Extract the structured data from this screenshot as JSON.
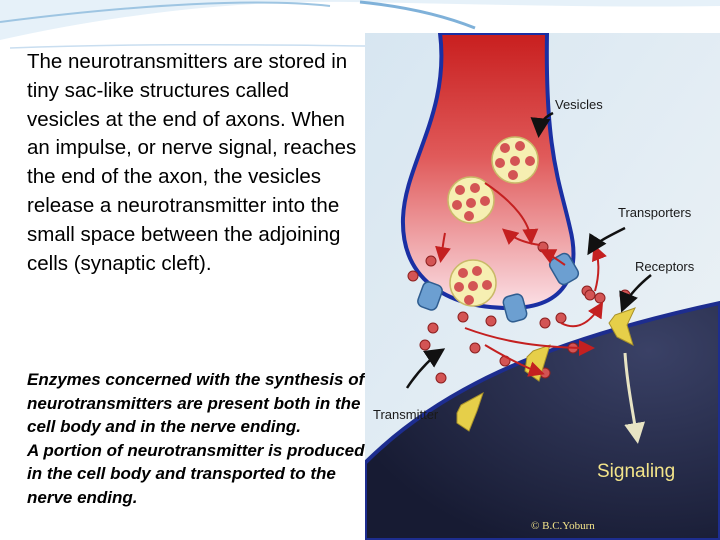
{
  "slide": {
    "main_text": "The neurotransmitters are stored in tiny sac-like structures called vesicles at the end of axons. When an impulse, or nerve signal, reaches the end of the axon, the vesicles release a neurotransmitter into the small space between the adjoining cells (synaptic cleft).",
    "enzyme_line1": "Enzymes concerned with the synthesis of neurotransmitters are present both in the cell body and in the nerve ending.",
    "enzyme_line2": "A portion of neurotransmitter is produced in the cell body and transported to the nerve ending."
  },
  "figure": {
    "label_vesicles": "Vesicles",
    "label_transporters": "Transporters",
    "label_receptors": "Receptors",
    "label_transmitter": "Transmitter",
    "label_signaling": "Signaling",
    "copyright": "© B.C.Yoburn"
  },
  "colors": {
    "background_figure": "#dde8f0",
    "axon_top": "#c81e1e",
    "axon_bottom": "#fbe0e6",
    "membrane": "#1a2fa3",
    "postsynaptic_cell": "#232a4d",
    "vesicle": "#f6efb2",
    "transmitter": "#d35454",
    "receptor": "#e6cf49",
    "transporter": "#6c9fd1",
    "signaling_text": "#f3e48a"
  }
}
